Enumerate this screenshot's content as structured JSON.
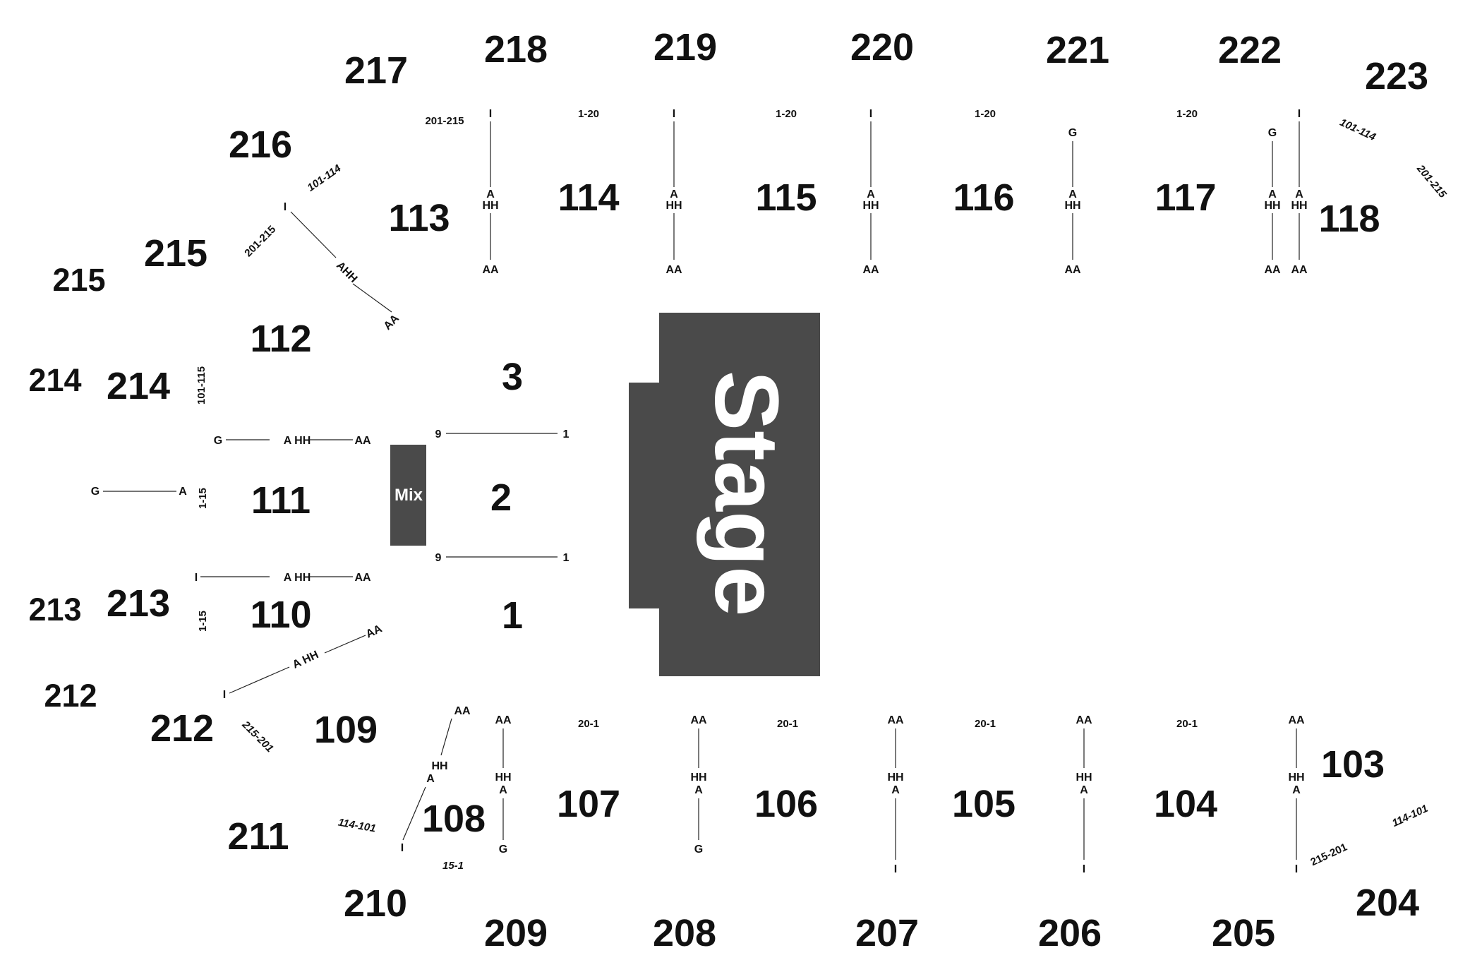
{
  "stage": {
    "label": "Stage",
    "fill": "#4a4a4a"
  },
  "mix": {
    "label": "Mix"
  },
  "floor_sections": {
    "s1": "1",
    "s2": "2",
    "s3": "3"
  },
  "sections_100": {
    "s103": "103",
    "s104": "104",
    "s105": "105",
    "s106": "106",
    "s107": "107",
    "s108": "108",
    "s109": "109",
    "s110": "110",
    "s111": "111",
    "s112": "112",
    "s113": "113",
    "s114": "114",
    "s115": "115",
    "s116": "116",
    "s117": "117",
    "s118": "118"
  },
  "sections_200": {
    "s204": "204",
    "s205": "205",
    "s206": "206",
    "s207": "207",
    "s208": "208",
    "s209": "209",
    "s210": "210",
    "s211": "211",
    "s212": "212",
    "s212_outer": "212",
    "s213": "213",
    "s213_outer": "213",
    "s214": "214",
    "s214_outer": "214",
    "s215": "215",
    "s215_outer": "215",
    "s216": "216",
    "s217": "217",
    "s218": "218",
    "s219": "219",
    "s220": "220",
    "s221": "221",
    "s222": "222",
    "s223": "223"
  },
  "row_labels": {
    "A": "A",
    "HH": "HH",
    "AA": "AA",
    "G": "G",
    "I": "I",
    "AHH": "A HH",
    "nine": "9",
    "one": "1"
  },
  "seat_ranges": {
    "r1_20": "1-20",
    "r20_1": "20-1",
    "r201_215": "201-215",
    "r215_201": "215-201",
    "r101_114": "101-114",
    "r114_101": "114-101",
    "r101_115": "101-115",
    "r1_15": "1-15",
    "r15_1": "15-1"
  }
}
